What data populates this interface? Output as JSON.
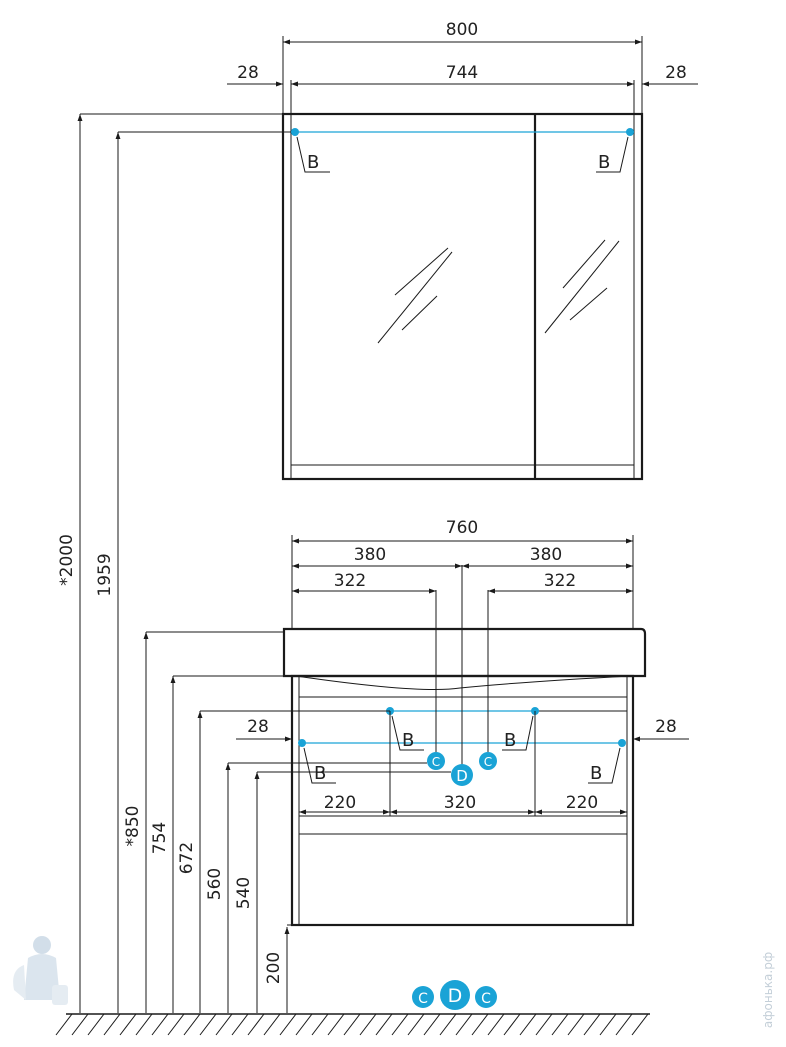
{
  "mirror_cabinet": {
    "width_total": "800",
    "width_inner": "744",
    "side_left": "28",
    "side_right": "28",
    "mount_label_left": "B",
    "mount_label_right": "B"
  },
  "vanity": {
    "width_total": "760",
    "half_left": "380",
    "half_right": "380",
    "offset_left": "322",
    "offset_right": "322",
    "side_left": "28",
    "side_right": "28",
    "bottom_left": "220",
    "bottom_mid": "320",
    "bottom_right": "220",
    "mount_labels": [
      "B",
      "B",
      "B",
      "B"
    ],
    "connector_c_left": "C",
    "connector_d": "D",
    "connector_c_right": "C"
  },
  "heights": {
    "h_2000": "*2000",
    "h_1959": "1959",
    "h_850": "*850",
    "h_754": "754",
    "h_672": "672",
    "h_560": "560",
    "h_540": "540",
    "h_200": "200"
  },
  "legend": {
    "c_left": "C",
    "d": "D",
    "c_right": "C"
  },
  "watermark": "афонька.рф"
}
